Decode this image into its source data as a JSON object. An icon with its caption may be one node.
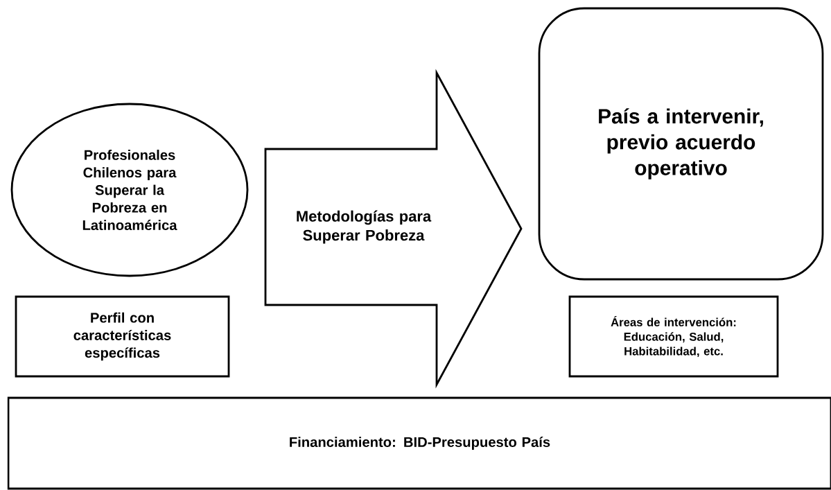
{
  "diagram": {
    "nodes": [
      {
        "text": [
          "Profesionales Chilenos para Superar la Pobreza en Latinoamérica"
        ]
      },
      {
        "text": [
          "Perfil con características específicas"
        ]
      },
      {
        "text": [
          "País a intervenir, previo acuerdo operativo"
        ]
      },
      {
        "text": [
          "Áreas de intervención: Educación, Salud, Habitabilidad, etc."
        ]
      },
      {
        "text": [
          "Financiamiento: BID-Presupuesto País"
        ]
      }
    ],
    "edges": [
      {
        "from": 0,
        "to": 2,
        "arrow": "to",
        "label": "Metodologías para Superar Pobreza",
        "style": "thick"
      }
    ]
  }
}
